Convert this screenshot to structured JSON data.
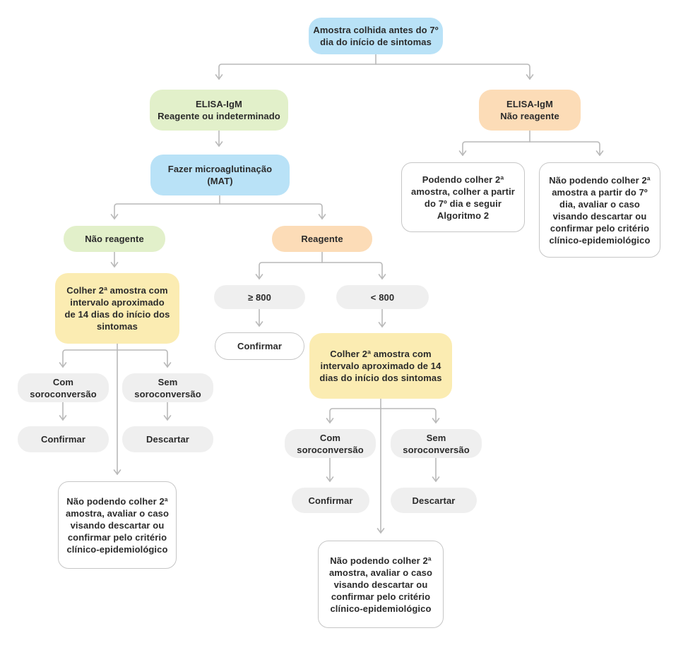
{
  "diagram": {
    "type": "flowchart",
    "language": "pt-BR",
    "palette": {
      "blue": "#b9e2f7",
      "green": "#e2f0ca",
      "orange": "#fcdcb7",
      "yellow": "#fbecb2",
      "gray": "#efefef",
      "white_box_border": "#c6c6c6",
      "connector_line": "#b9b9b9",
      "text": "#2b2b2b"
    },
    "nodes": [
      {
        "id": "start",
        "color": "blue",
        "label": "Amostra colhida antes do 7º\ndia do início de sintomas"
      },
      {
        "id": "elisa-reagente",
        "color": "green",
        "label": "ELISA-IgM\nReagente ou indeterminado"
      },
      {
        "id": "elisa-nao-reagente",
        "color": "orange",
        "label": "ELISA-IgM\nNão reagente"
      },
      {
        "id": "mat",
        "color": "blue",
        "label": "Fazer microaglutinação\n(MAT)"
      },
      {
        "id": "mat-nao-reagente",
        "color": "green",
        "label": "Não reagente"
      },
      {
        "id": "mat-reagente",
        "color": "orange",
        "label": "Reagente"
      },
      {
        "id": "colher-2a-esquerda",
        "color": "yellow",
        "label": "Colher 2ª amostra com\nintervalo aproximado\nde 14 dias do início dos\nsintomas"
      },
      {
        "id": "com-soroconversao-esquerda",
        "color": "gray",
        "label": "Com\nsoroconversão"
      },
      {
        "id": "sem-soroconversao-esquerda",
        "color": "gray",
        "label": "Sem\nsoroconversão"
      },
      {
        "id": "confirmar-esquerda",
        "color": "gray",
        "label": "Confirmar"
      },
      {
        "id": "descartar-esquerda",
        "color": "gray",
        "label": "Descartar"
      },
      {
        "id": "nao-podendo-esquerda",
        "color": "white",
        "label": "Não podendo colher 2ª\namostra, avaliar o caso\nvisando descartar ou\nconfirmar pelo critério\nclínico-epidemiológico"
      },
      {
        "id": "maior-igual-800",
        "color": "gray",
        "label": "≥ 800"
      },
      {
        "id": "menor-800",
        "color": "gray",
        "label": "< 800"
      },
      {
        "id": "confirmar-800",
        "color": "white",
        "label": "Confirmar"
      },
      {
        "id": "colher-2a-meio",
        "color": "yellow",
        "label": "Colher 2ª amostra com\nintervalo aproximado de 14\ndias do início dos sintomas"
      },
      {
        "id": "com-soroconversao-meio",
        "color": "gray",
        "label": "Com\nsoroconversão"
      },
      {
        "id": "sem-soroconversao-meio",
        "color": "gray",
        "label": "Sem\nsoroconversão"
      },
      {
        "id": "confirmar-meio",
        "color": "gray",
        "label": "Confirmar"
      },
      {
        "id": "descartar-meio",
        "color": "gray",
        "label": "Descartar"
      },
      {
        "id": "nao-podendo-meio",
        "color": "white",
        "label": "Não podendo colher 2ª\namostra, avaliar o caso\nvisando descartar ou\nconfirmar pelo critério\nclínico-epidemiológico"
      },
      {
        "id": "podendo-direita",
        "color": "white",
        "label": "Podendo colher 2ª\namostra, colher a partir\ndo 7º dia e seguir\nAlgoritmo 2"
      },
      {
        "id": "nao-podendo-direita",
        "color": "white",
        "label": "Não podendo colher 2ª\namostra a partir do 7º\ndia, avaliar o caso\nvisando descartar ou\nconfirmar pelo critério\nclínico-epidemiológico"
      }
    ],
    "edges": [
      {
        "from": "start",
        "to": "elisa-reagente"
      },
      {
        "from": "start",
        "to": "elisa-nao-reagente"
      },
      {
        "from": "elisa-reagente",
        "to": "mat"
      },
      {
        "from": "mat",
        "to": "mat-nao-reagente"
      },
      {
        "from": "mat",
        "to": "mat-reagente"
      },
      {
        "from": "mat-nao-reagente",
        "to": "colher-2a-esquerda"
      },
      {
        "from": "colher-2a-esquerda",
        "to": "com-soroconversao-esquerda"
      },
      {
        "from": "colher-2a-esquerda",
        "to": "sem-soroconversao-esquerda"
      },
      {
        "from": "colher-2a-esquerda",
        "to": "nao-podendo-esquerda"
      },
      {
        "from": "com-soroconversao-esquerda",
        "to": "confirmar-esquerda"
      },
      {
        "from": "sem-soroconversao-esquerda",
        "to": "descartar-esquerda"
      },
      {
        "from": "mat-reagente",
        "to": "maior-igual-800"
      },
      {
        "from": "mat-reagente",
        "to": "menor-800"
      },
      {
        "from": "maior-igual-800",
        "to": "confirmar-800"
      },
      {
        "from": "menor-800",
        "to": "colher-2a-meio"
      },
      {
        "from": "colher-2a-meio",
        "to": "com-soroconversao-meio"
      },
      {
        "from": "colher-2a-meio",
        "to": "sem-soroconversao-meio"
      },
      {
        "from": "colher-2a-meio",
        "to": "nao-podendo-meio"
      },
      {
        "from": "com-soroconversao-meio",
        "to": "confirmar-meio"
      },
      {
        "from": "sem-soroconversao-meio",
        "to": "descartar-meio"
      },
      {
        "from": "elisa-nao-reagente",
        "to": "podendo-direita"
      },
      {
        "from": "elisa-nao-reagente",
        "to": "nao-podendo-direita"
      }
    ]
  }
}
